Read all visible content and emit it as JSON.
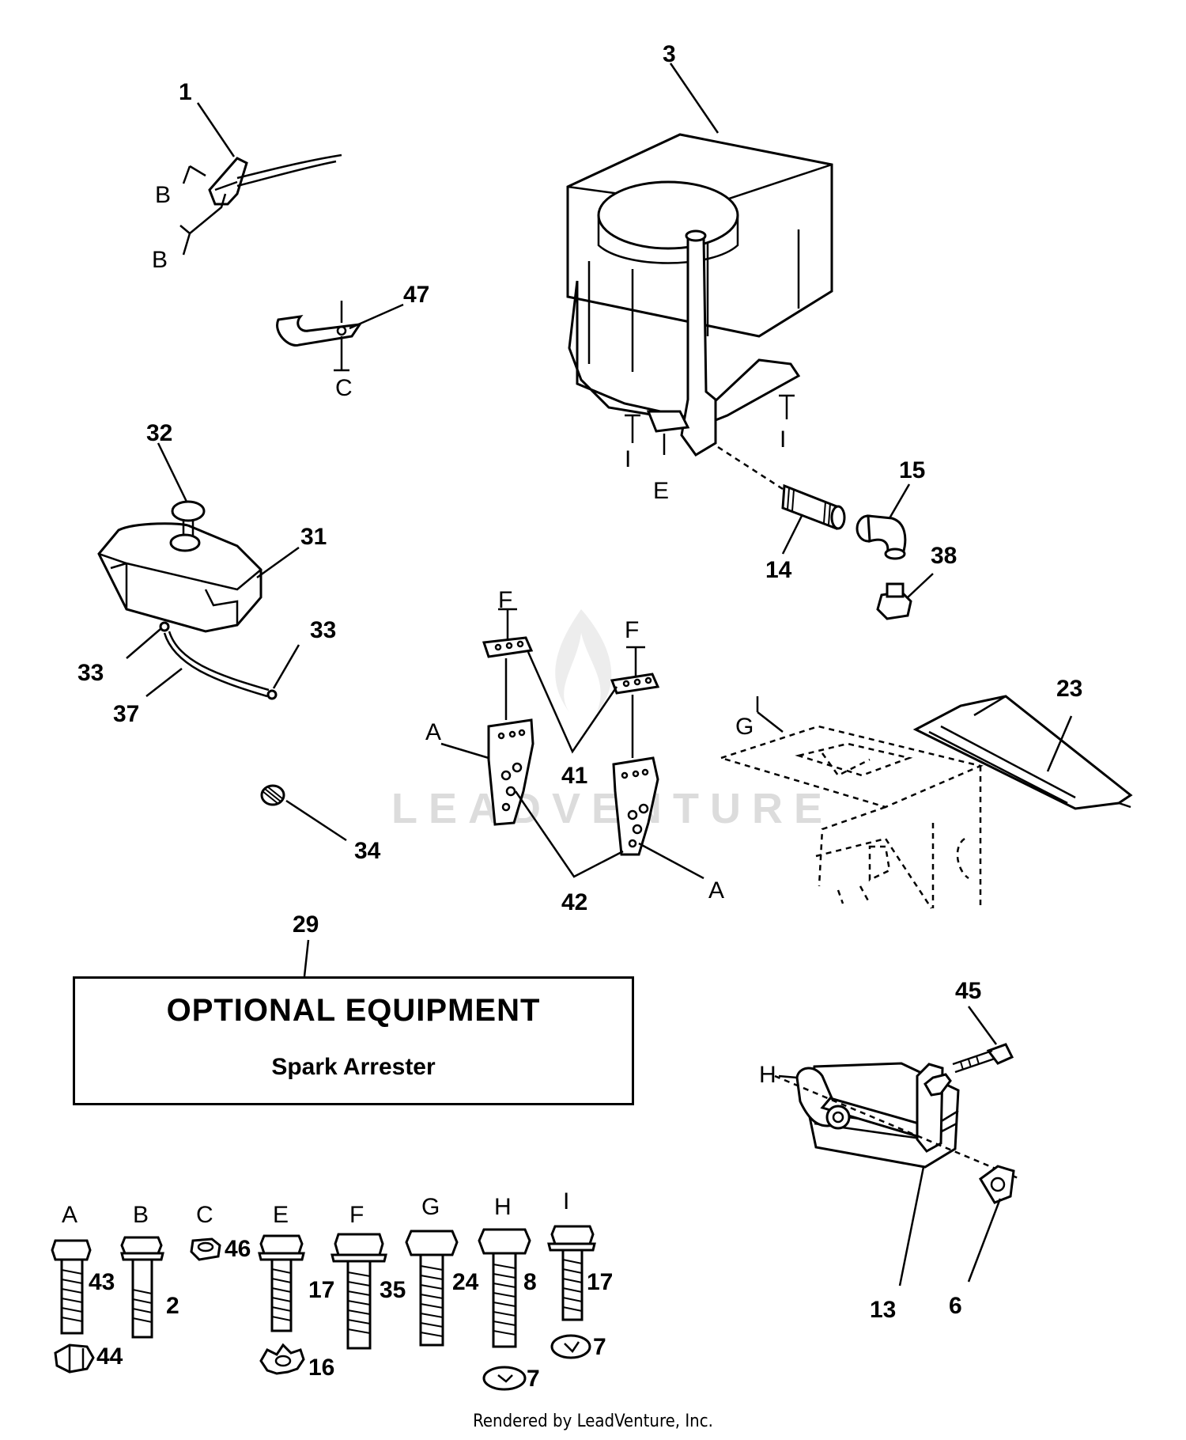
{
  "watermark": "LEADVENTURE",
  "optional_box": {
    "title": "OPTIONAL EQUIPMENT",
    "subtitle": "Spark Arrester"
  },
  "footer": "Rendered by LeadVenture, Inc.",
  "callouts": {
    "c1": "1",
    "c3": "3",
    "c47": "47",
    "c32": "32",
    "c31": "31",
    "c33a": "33",
    "c33b": "33",
    "c37": "37",
    "c34": "34",
    "c15": "15",
    "c14": "14",
    "c38": "38",
    "c41": "41",
    "c42": "42",
    "c23": "23",
    "c29": "29",
    "c45": "45",
    "c13": "13",
    "c6": "6"
  },
  "refs": {
    "b1": "B",
    "b2": "B",
    "c": "C",
    "i1": "I",
    "i2": "I",
    "e": "E",
    "f1": "F",
    "f2": "F",
    "a1": "A",
    "a2": "A",
    "g": "G",
    "h": "H"
  },
  "hardware": [
    {
      "letter": "A",
      "part": "43",
      "part2": "44"
    },
    {
      "letter": "B",
      "part": "2"
    },
    {
      "letter": "C",
      "part": "46"
    },
    {
      "letter": "E",
      "part": "17",
      "part2": "16"
    },
    {
      "letter": "F",
      "part": "35"
    },
    {
      "letter": "G",
      "part": "24"
    },
    {
      "letter": "H",
      "part": "8",
      "part2": "7"
    },
    {
      "letter": "I",
      "part": "17",
      "part2": "7"
    }
  ]
}
